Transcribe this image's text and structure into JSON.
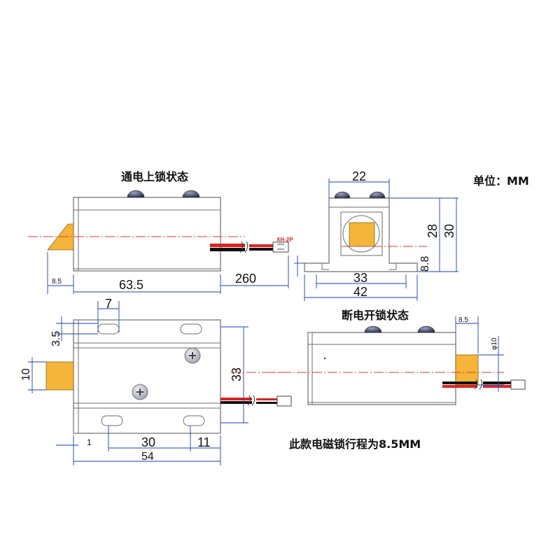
{
  "titles": {
    "powered_locked": "通电上锁状态",
    "unit": "单位：MM",
    "unpowered_unlocked": "断电开锁状态",
    "stroke_note": "此款电磁锁行程为8.5MM"
  },
  "connector_label": "XH-2P",
  "dims": {
    "side_length": "63.5",
    "side_tip": "8.5",
    "wire_length": "260",
    "front_width": "22",
    "front_h28": "28",
    "front_h30": "30",
    "front_foot": "8.8",
    "front_base33": "33",
    "front_base42": "42",
    "top_slot": "7",
    "top_offset": "3.5",
    "top_pin": "10",
    "top_height": "33",
    "top_gap1": "1",
    "top_holes": "30",
    "top_right": "11",
    "top_total": "54",
    "open_stroke": "8.5",
    "open_dia": "φ10"
  },
  "colors": {
    "outline": "#6e6e6e",
    "dimension": "#1a3fc7",
    "centerline": "#e23a3a",
    "brass": "#f4b53a",
    "wire_red": "#e02020",
    "wire_black": "#111111"
  }
}
